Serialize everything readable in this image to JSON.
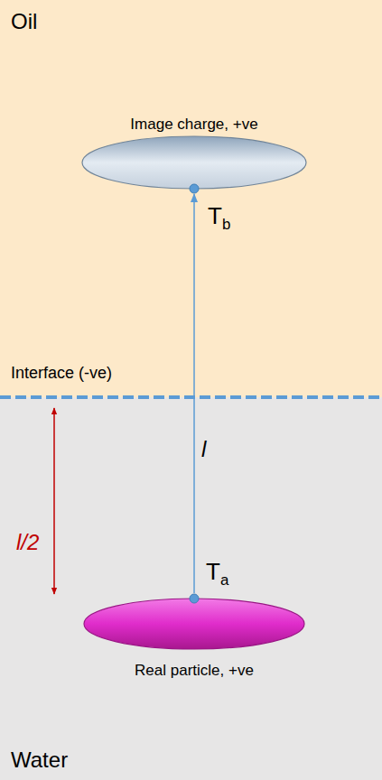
{
  "diagram": {
    "nodes": [
      {
        "text": [
          "Oil"
        ]
      },
      {
        "text": [
          "Image charge, +ve"
        ],
        "in": 0
      },
      {
        "text": [
          "Water"
        ]
      },
      {
        "text": [
          "Real particle, +ve"
        ],
        "in": 2
      }
    ],
    "edges": [
      {
        "from": 3,
        "to": 1,
        "arrow": "to",
        "label": "l"
      }
    ],
    "labels": [
      "Tb",
      "Interface (-ve)",
      "l/2",
      "Ta"
    ]
  }
}
